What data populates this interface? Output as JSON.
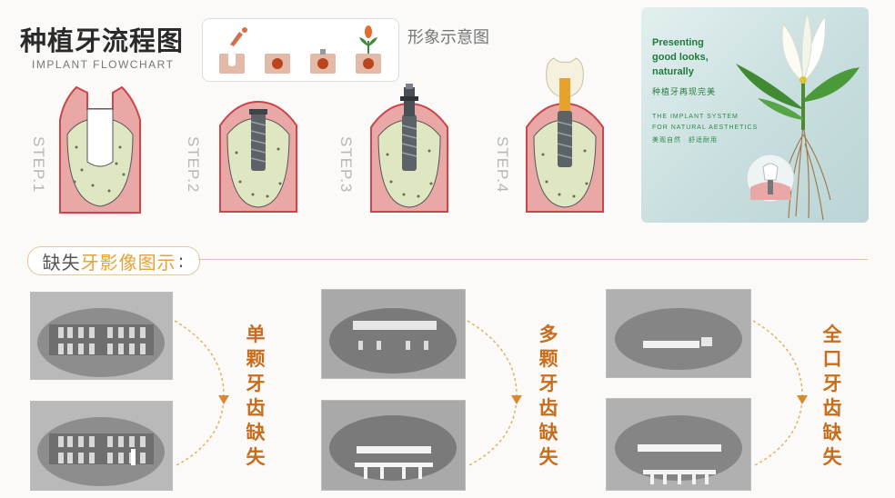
{
  "header": {
    "title": "种植牙流程图",
    "subtitle": "IMPLANT FLOWCHART",
    "schematic_label": "形象示意图"
  },
  "steps": [
    {
      "label": "STEP.1"
    },
    {
      "label": "STEP.2"
    },
    {
      "label": "STEP.3"
    },
    {
      "label": "STEP.4"
    }
  ],
  "ad": {
    "headline_1": "Presenting",
    "headline_2": "good looks,",
    "headline_3": "naturally",
    "tagline_cn": "种植牙再现完美",
    "line_1": "THE IMPLANT SYSTEM",
    "line_2": "FOR NATURAL AESTHETICS",
    "line_3": "美观自然　舒适耐用"
  },
  "section": {
    "title_part1": "缺失",
    "title_part2": "牙影像图示",
    "title_colon": ":"
  },
  "cases": [
    {
      "label": "单颗牙齿缺失"
    },
    {
      "label": "多颗牙齿缺失"
    },
    {
      "label": "全口牙齿缺失"
    }
  ],
  "colors": {
    "gum": "#e8a5a5",
    "gum_edge": "#c9464b",
    "bone": "#dfe6c2",
    "implant": "#555a60",
    "accent": "#c86d1b",
    "section_accent": "#e4a23b"
  }
}
